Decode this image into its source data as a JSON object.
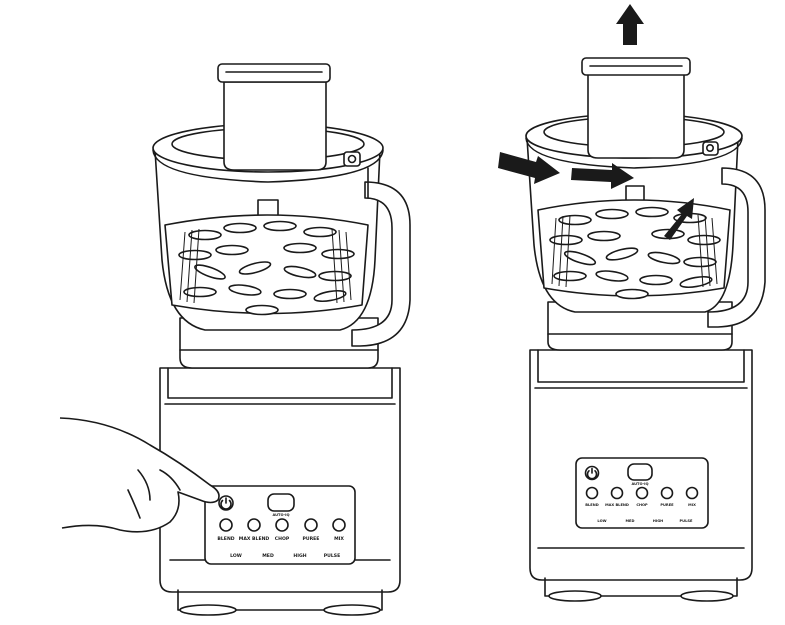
{
  "panels": [
    {
      "id": "left",
      "control_panel": {
        "auto_iq": "AUTO-IQ",
        "programs": [
          "BLEND",
          "MAX BLEND",
          "CHOP",
          "PUREE",
          "MIX"
        ],
        "speeds": [
          "LOW",
          "MED",
          "HIGH",
          "PULSE"
        ]
      }
    },
    {
      "id": "right",
      "control_panel": {
        "auto_iq": "AUTO-IQ",
        "programs": [
          "BLEND",
          "MAX BLEND",
          "CHOP",
          "PUREE",
          "MIX"
        ],
        "speeds": [
          "LOW",
          "MED",
          "HIGH",
          "PULSE"
        ]
      }
    }
  ],
  "icons": [
    "power-button-icon",
    "hand-pressing-icon",
    "lift-up-arrow-icon",
    "push-in-arrow-icon",
    "release-arrow-icon"
  ]
}
